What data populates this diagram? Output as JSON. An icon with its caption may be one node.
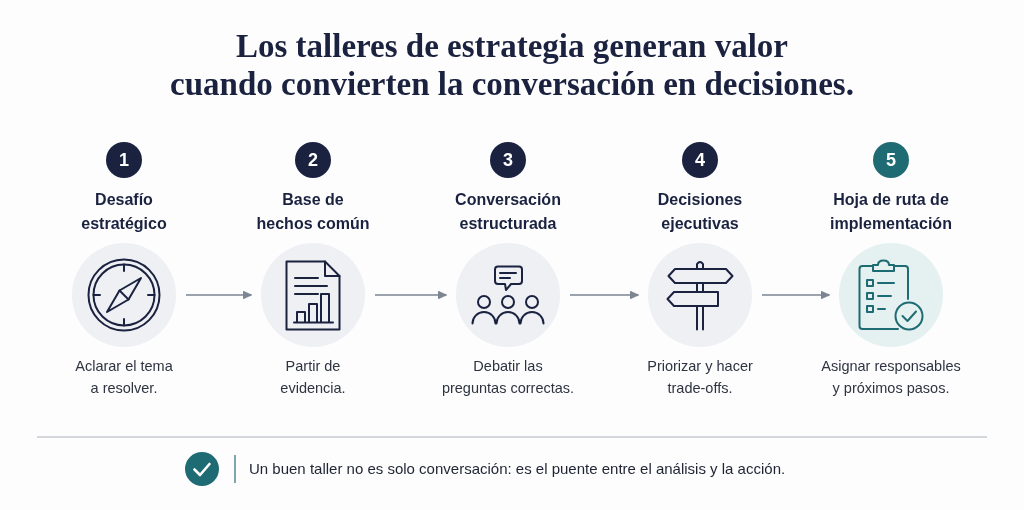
{
  "diagram": {
    "title": "Los talleres de estrategia generan valor cuando convierten la conversación en decisiones.",
    "nodes": [
      {
        "text": [
          "1"
        ]
      },
      {
        "text": [
          "Desafío estratégico"
        ],
        "beside": [
          "Aclarar el tema a resolver."
        ]
      },
      {
        "text": [
          "2"
        ]
      },
      {
        "text": [
          "Base de hechos común"
        ],
        "beside": [
          "Partir de evidencia."
        ]
      },
      {
        "text": [
          "3"
        ]
      },
      {
        "text": [
          "Conversación estructurada"
        ],
        "beside": [
          "Debatir las preguntas correctas."
        ]
      },
      {
        "text": [
          "4"
        ]
      },
      {
        "text": [
          "Decisiones ejecutivas"
        ],
        "beside": [
          "Priorizar y hacer trade-offs."
        ]
      },
      {
        "text": [
          "5"
        ]
      },
      {
        "text": [
          "Hoja de ruta de implementación"
        ],
        "beside": [
          "Asignar responsables y próximos pasos."
        ]
      }
    ],
    "edges": [
      {
        "from": 1,
        "to": 3,
        "arrow": "to"
      },
      {
        "from": 3,
        "to": 5,
        "arrow": "to"
      },
      {
        "from": 5,
        "to": 7,
        "arrow": "to"
      },
      {
        "from": 7,
        "to": 9,
        "arrow": "to"
      }
    ],
    "labels": [
      "Un buen taller no es solo conversación: es el puente entre el análisis y la acción."
    ]
  }
}
